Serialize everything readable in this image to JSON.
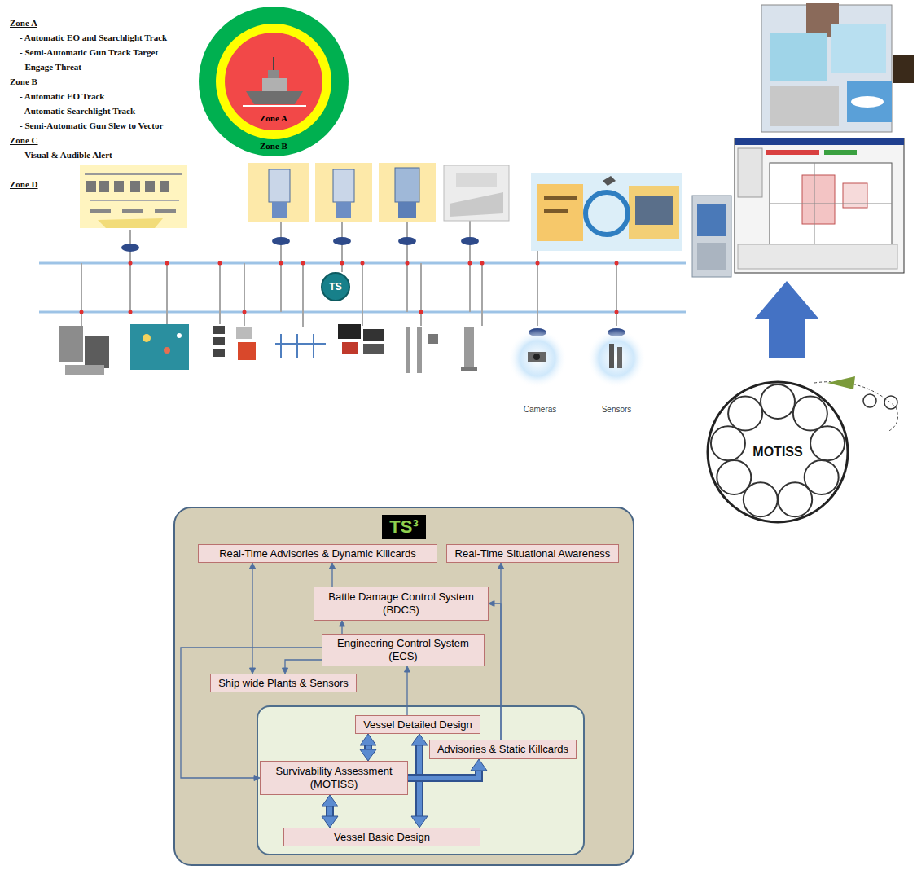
{
  "diagram": {
    "nodes": [
      {
        "text": [
          "Zone B"
        ]
      },
      {
        "text": [
          "Zone A"
        ],
        "in": 0
      },
      {
        "text": [
          "TS"
        ]
      },
      {
        "text": [
          "MOTISS"
        ]
      },
      {
        "text": [
          "TS³"
        ]
      },
      {
        "text": [
          "Real-Time Advisories & Dynamic Killcards"
        ],
        "in": 4
      },
      {
        "text": [
          "Real-Time Situational Awareness"
        ],
        "in": 4
      },
      {
        "text": [
          "Battle Damage Control System (BDCS)"
        ],
        "in": 4
      },
      {
        "text": [
          "Engineering Control System (ECS)"
        ],
        "in": 4
      },
      {
        "text": [
          "Ship wide Plants & Sensors"
        ],
        "in": 4
      },
      {
        "text": [
          "Vessel Detailed Design"
        ],
        "in": 4
      },
      {
        "text": [
          "Advisories & Static Killcards"
        ],
        "in": 4
      },
      {
        "text": [
          "Survivability Assessment (MOTISS)"
        ],
        "in": 4
      },
      {
        "text": [
          "Vessel Basic Design"
        ],
        "in": 4
      }
    ],
    "edges": [
      {
        "from": 5,
        "to": 9,
        "arrow": "both"
      },
      {
        "from": 7,
        "to": 5,
        "arrow": "to"
      },
      {
        "from": 11,
        "to": 6,
        "arrow": "to"
      },
      {
        "from": 11,
        "to": 7,
        "arrow": "to"
      },
      {
        "from": 8,
        "to": 7,
        "arrow": "to"
      },
      {
        "from": 8,
        "to": 9,
        "arrow": "to"
      },
      {
        "from": 8,
        "to": 12,
        "arrow": "to"
      },
      {
        "from": 10,
        "to": 8,
        "arrow": "to"
      },
      {
        "from": 10,
        "to": 12,
        "arrow": "both"
      },
      {
        "from": 12,
        "to": 13,
        "arrow": "both"
      },
      {
        "from": 13,
        "to": 10,
        "arrow": "both"
      },
      {
        "from": 12,
        "to": 11,
        "arrow": "to"
      }
    ],
    "labels": [
      "Zone A",
      "- Automatic EO and Searchlight Track",
      "- Semi-Automatic Gun Track Target",
      "- Engage Threat",
      "Zone B",
      "- Automatic EO Track",
      "- Automatic Searchlight Track",
      "- Semi-Automatic Gun Slew to Vector",
      "Zone C",
      "- Visual & Audible Alert",
      "Zone D",
      "Cameras",
      "Sensors"
    ]
  }
}
